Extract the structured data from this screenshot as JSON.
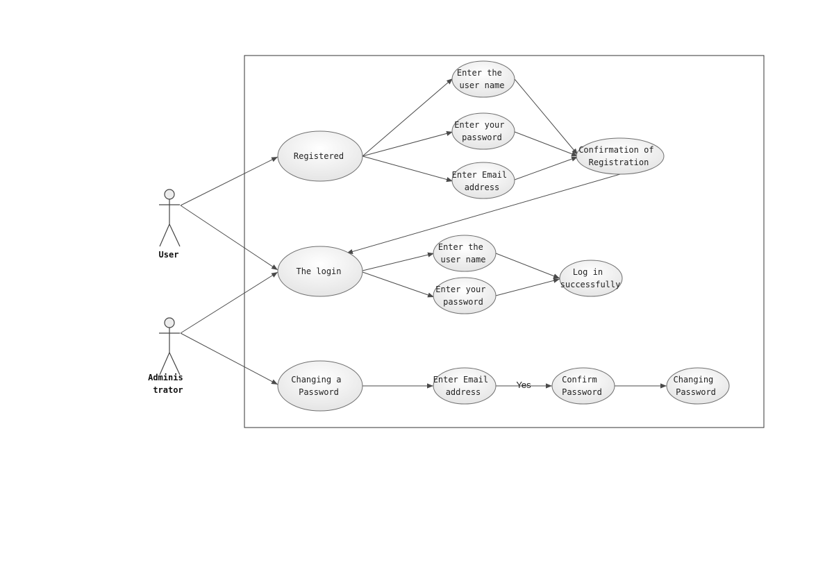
{
  "actors": {
    "user": {
      "lines": [
        "User"
      ]
    },
    "administrator": {
      "lines": [
        "Adminis",
        "trator"
      ]
    }
  },
  "use_cases": {
    "registered": {
      "lines": [
        "Registered"
      ]
    },
    "reg_enter_username": {
      "lines": [
        "Enter the",
        "user name"
      ]
    },
    "reg_enter_password": {
      "lines": [
        "Enter your",
        "password"
      ]
    },
    "reg_enter_email": {
      "lines": [
        "Enter Email",
        "address"
      ]
    },
    "confirmation_registration": {
      "lines": [
        "Confirmation of",
        "Registration"
      ]
    },
    "login": {
      "lines": [
        "The login"
      ]
    },
    "login_enter_username": {
      "lines": [
        "Enter the",
        "user name"
      ]
    },
    "login_enter_password": {
      "lines": [
        "Enter your",
        "password"
      ]
    },
    "login_success": {
      "lines": [
        "Log in",
        "successfully"
      ]
    },
    "changing_password": {
      "lines": [
        "Changing a",
        "Password"
      ]
    },
    "cp_enter_email": {
      "lines": [
        "Enter Email",
        "address"
      ]
    },
    "confirm_password": {
      "lines": [
        "Confirm",
        "Password"
      ]
    },
    "changing_password_final": {
      "lines": [
        "Changing",
        "Password"
      ]
    }
  },
  "edge_labels": {
    "email_to_confirm": "Yes"
  }
}
